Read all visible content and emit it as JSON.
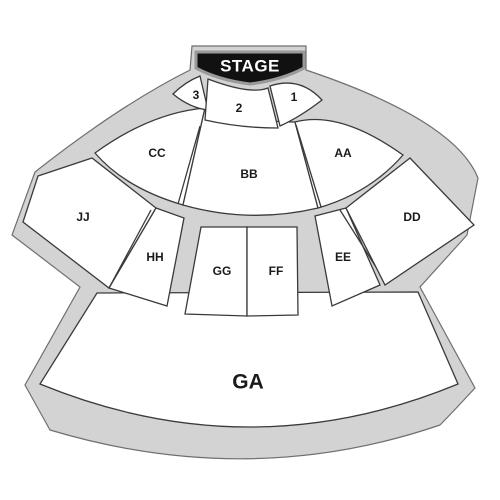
{
  "stage": {
    "label": "STAGE"
  },
  "sections": {
    "s1": "1",
    "s2": "2",
    "s3": "3",
    "aa": "AA",
    "bb": "BB",
    "cc": "CC",
    "dd": "DD",
    "ee": "EE",
    "ff": "FF",
    "gg": "GG",
    "hh": "HH",
    "jj": "JJ",
    "ga": "GA"
  },
  "colors": {
    "concourse": "#d3d3d3",
    "section_fill": "#ffffff",
    "stage_fill": "#111111"
  }
}
